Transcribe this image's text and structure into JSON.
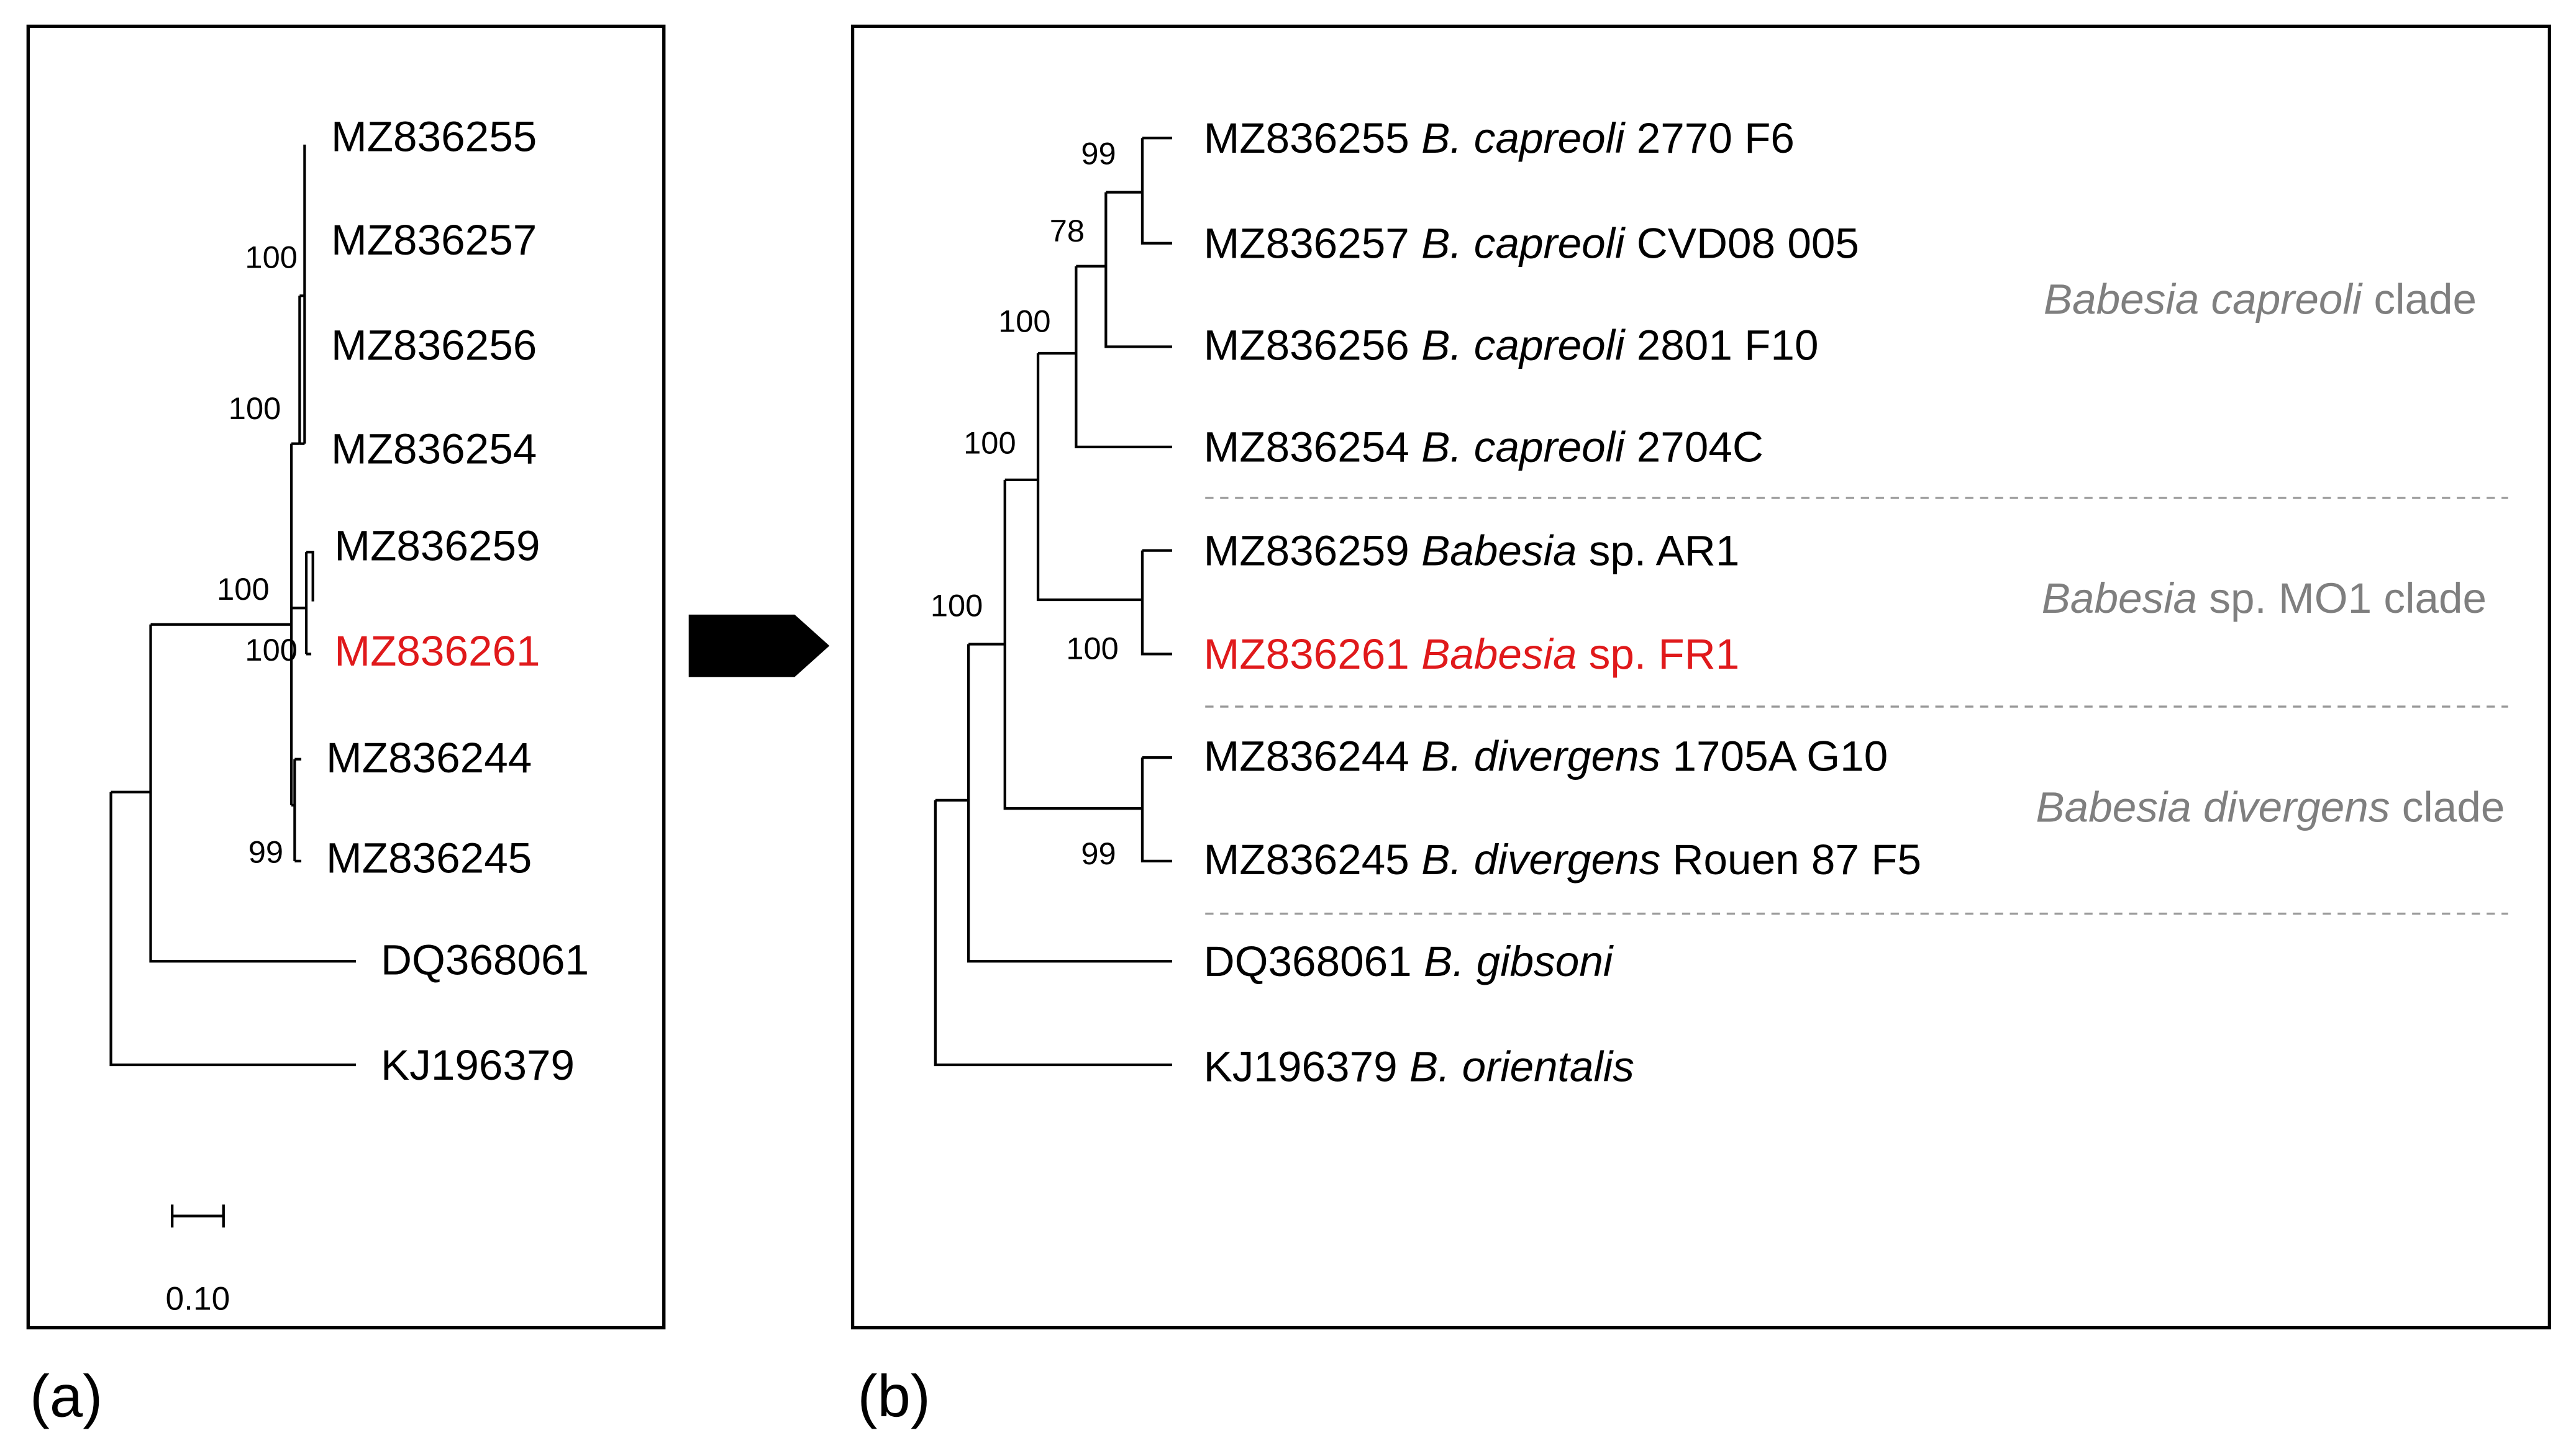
{
  "panel_a": {
    "caption": "(a)",
    "tips": [
      {
        "label": "MZ836255",
        "color": "#000000"
      },
      {
        "label": "MZ836257",
        "color": "#000000"
      },
      {
        "label": "MZ836256",
        "color": "#000000"
      },
      {
        "label": "MZ836254",
        "color": "#000000"
      },
      {
        "label": "MZ836259",
        "color": "#000000"
      },
      {
        "label": "MZ836261",
        "color": "#e0191b"
      },
      {
        "label": "MZ836244",
        "color": "#000000"
      },
      {
        "label": "MZ836245",
        "color": "#000000"
      },
      {
        "label": "DQ368061",
        "color": "#000000"
      },
      {
        "label": "KJ196379",
        "color": "#000000"
      }
    ],
    "bootstrap": [
      "100",
      "100",
      "100",
      "100",
      "99"
    ],
    "scale_bar": "0.10"
  },
  "arrow": "right-arrow",
  "panel_b": {
    "caption": "(b)",
    "tips": [
      {
        "accession": "MZ836255",
        "species": "B. capreoli",
        "strain": "2770 F6",
        "color": "#000000"
      },
      {
        "accession": "MZ836257",
        "species": "B. capreoli",
        "strain": "CVD08 005",
        "color": "#000000"
      },
      {
        "accession": "MZ836256",
        "species": "B. capreoli",
        "strain": "2801 F10",
        "color": "#000000"
      },
      {
        "accession": "MZ836254",
        "species": "B. capreoli",
        "strain": "2704C",
        "color": "#000000"
      },
      {
        "accession": "MZ836259",
        "species": "Babesia",
        "strain": "sp. AR1",
        "color": "#000000"
      },
      {
        "accession": "MZ836261",
        "species": "Babesia",
        "strain": "sp. FR1",
        "color": "#e0191b"
      },
      {
        "accession": "MZ836244",
        "species": "B. divergens",
        "strain": "1705A G10",
        "color": "#000000"
      },
      {
        "accession": "MZ836245",
        "species": "B. divergens",
        "strain": "Rouen 87 F5",
        "color": "#000000"
      },
      {
        "accession": "DQ368061",
        "species": "B. gibsoni",
        "strain": "",
        "color": "#000000"
      },
      {
        "accession": "KJ196379",
        "species": "B. orientalis",
        "strain": "",
        "color": "#000000"
      }
    ],
    "bootstrap": [
      "99",
      "78",
      "100",
      "100",
      "100",
      "100",
      "99"
    ],
    "clades": [
      {
        "italic": "Babesia capreoli",
        "rest": " clade"
      },
      {
        "italic": "Babesia",
        "rest": " sp. MO1 clade"
      },
      {
        "italic": "Babesia divergens",
        "rest": " clade"
      }
    ],
    "clade_label_color": "#7f7f7f"
  }
}
